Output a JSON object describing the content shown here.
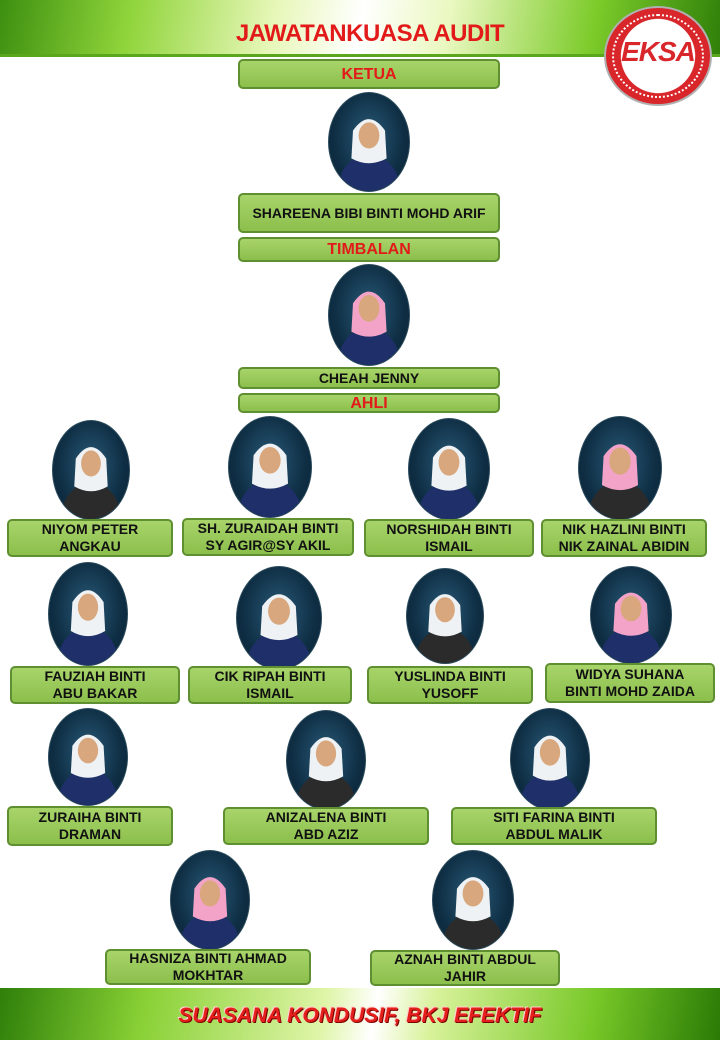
{
  "header": {
    "title": "JAWATANKUASA AUDIT"
  },
  "logo": {
    "text": "EKSA"
  },
  "sections": {
    "chair": "KETUA",
    "deputy": "TIMBALAN",
    "members": "AHLI"
  },
  "chair": {
    "name": "SHAREENA BIBI BINTI MOHD ARIF"
  },
  "deputy": {
    "name": "CHEAH JENNY"
  },
  "members": [
    {
      "name": "NIYOM PETER\nANGKAU"
    },
    {
      "name": "SH. ZURAIDAH BINTI\nSY AGIR@SY AKIL"
    },
    {
      "name": "NORSHIDAH BINTI\nISMAIL"
    },
    {
      "name": "NIK HAZLINI BINTI\nNIK ZAINAL ABIDIN"
    },
    {
      "name": "FAUZIAH BINTI\nABU BAKAR"
    },
    {
      "name": "CIK RIPAH BINTI\nISMAIL"
    },
    {
      "name": "YUSLINDA BINTI\nYUSOFF"
    },
    {
      "name": "WIDYA SUHANA\nBINTI MOHD ZAIDA"
    },
    {
      "name": "ZURAIHA BINTI\nDRAMAN"
    },
    {
      "name": "ANIZALENA BINTI\nABD AZIZ"
    },
    {
      "name": "SITI FARINA BINTI\nABDUL MALIK"
    },
    {
      "name": "HASNIZA BINTI AHMAD\nMOKHTAR"
    },
    {
      "name": "AZNAH BINTI ABDUL\nJAHIR"
    }
  ],
  "footer": {
    "motto": "SUASANA KONDUSIF,  BKJ EFEKTIF"
  },
  "colors": {
    "title_red": "#e21a1a",
    "box_green": "#9ccb5a",
    "band_green": "#5aa61c"
  }
}
